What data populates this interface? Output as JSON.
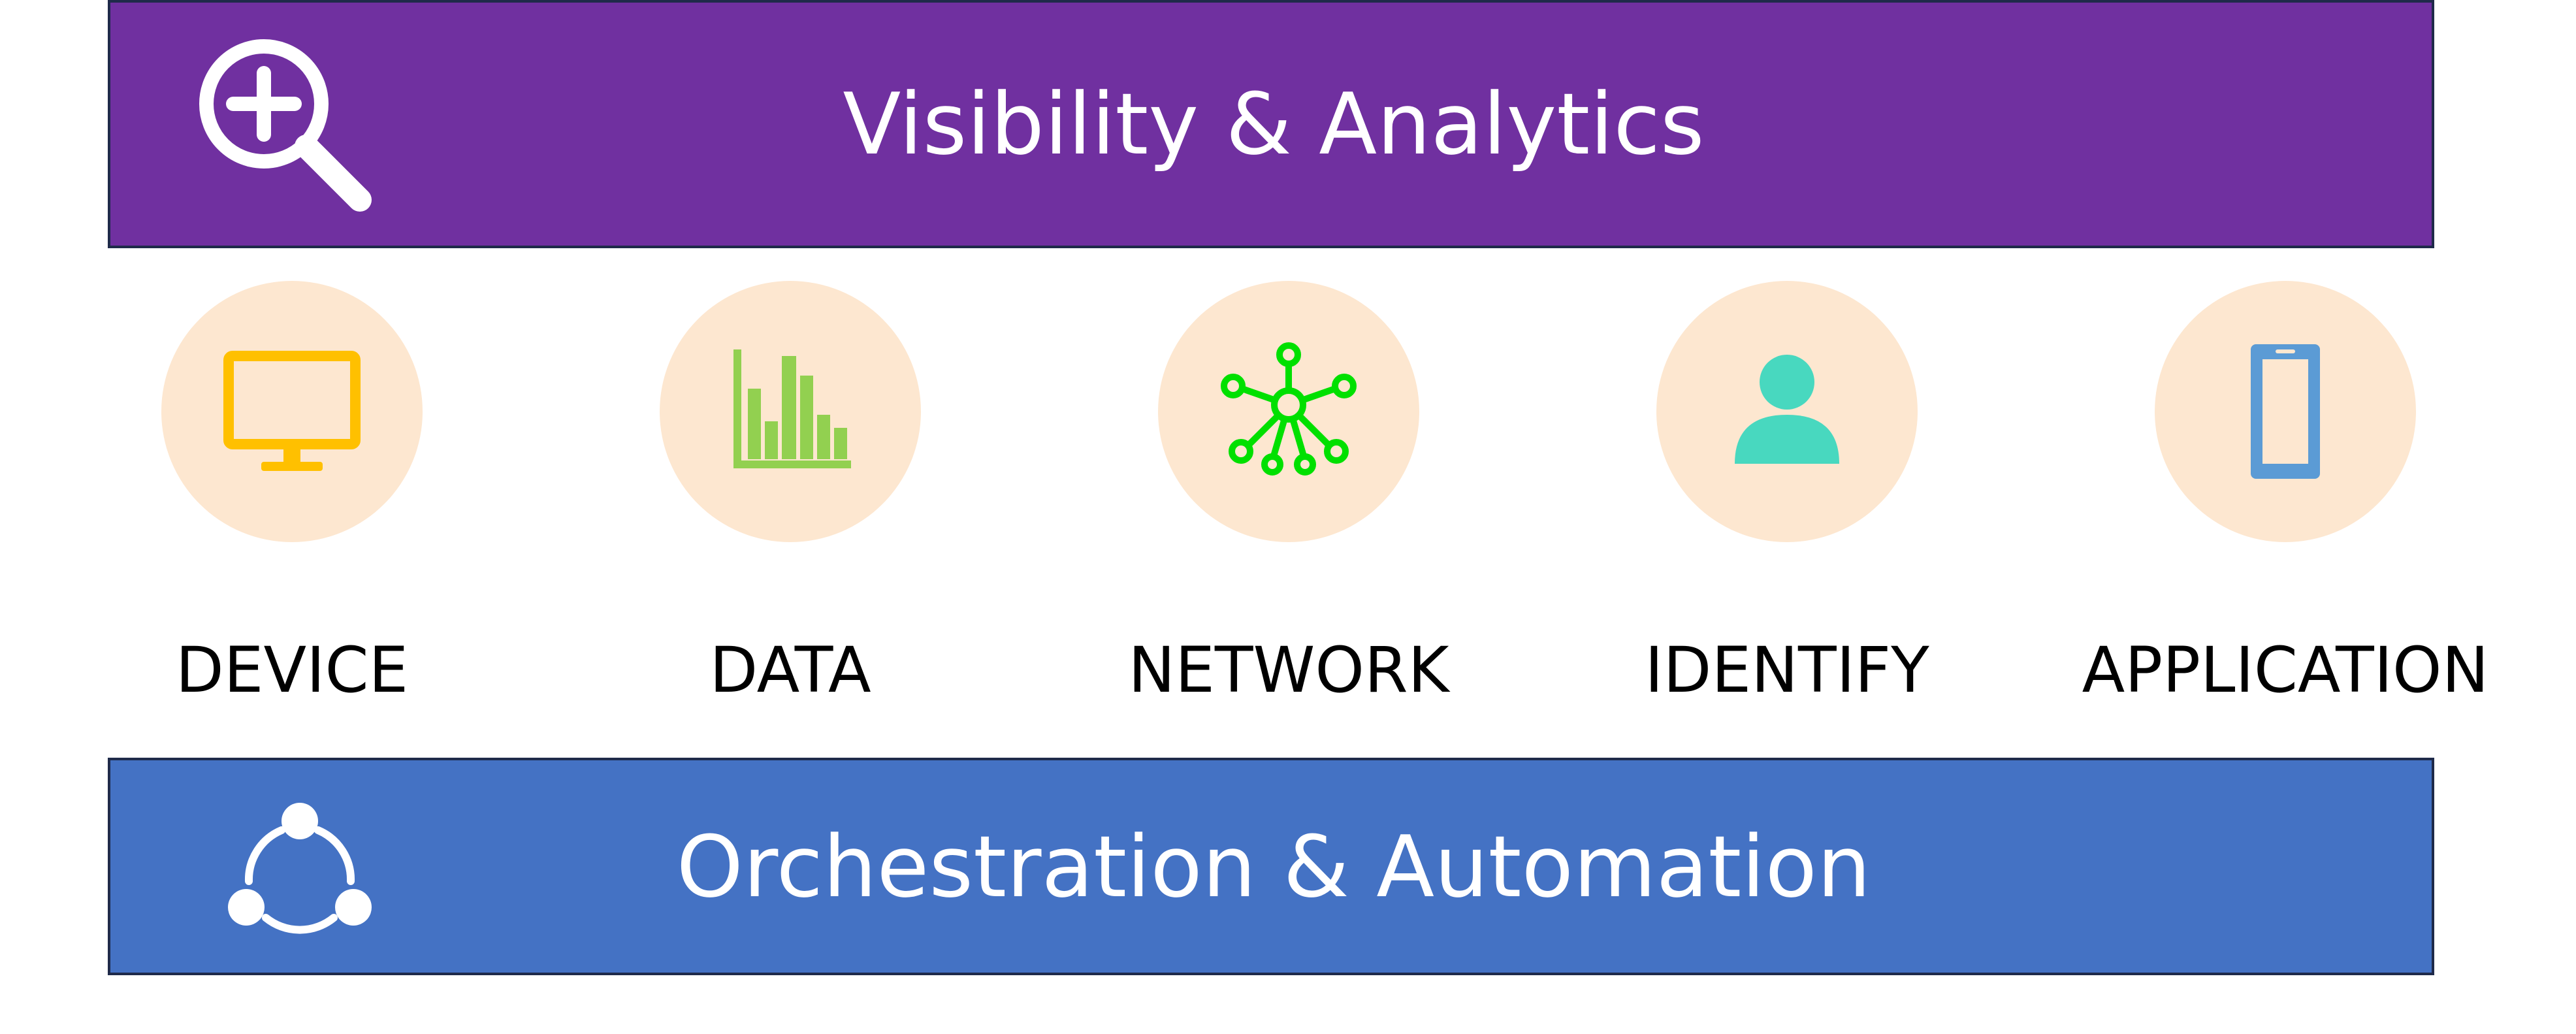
{
  "top_banner": {
    "title": "Visibility & Analytics",
    "background": "#7030a0",
    "icon": "magnifier-plus-icon"
  },
  "pillars": [
    {
      "label": "DEVICE",
      "icon": "monitor-icon",
      "icon_color": "#ffc000"
    },
    {
      "label": "DATA",
      "icon": "bar-chart-icon",
      "icon_color": "#92d050"
    },
    {
      "label": "NETWORK",
      "icon": "network-hub-icon",
      "icon_color": "#00e000"
    },
    {
      "label": "IDENTIFY",
      "icon": "person-icon",
      "icon_color": "#48d8bf"
    },
    {
      "label": "APPLICATION",
      "icon": "smartphone-icon",
      "icon_color": "#5b9bd5"
    }
  ],
  "circle_color": "#fde7d0",
  "bottom_banner": {
    "title": "Orchestration & Automation",
    "background": "#4472c4",
    "icon": "cycle-nodes-icon"
  }
}
